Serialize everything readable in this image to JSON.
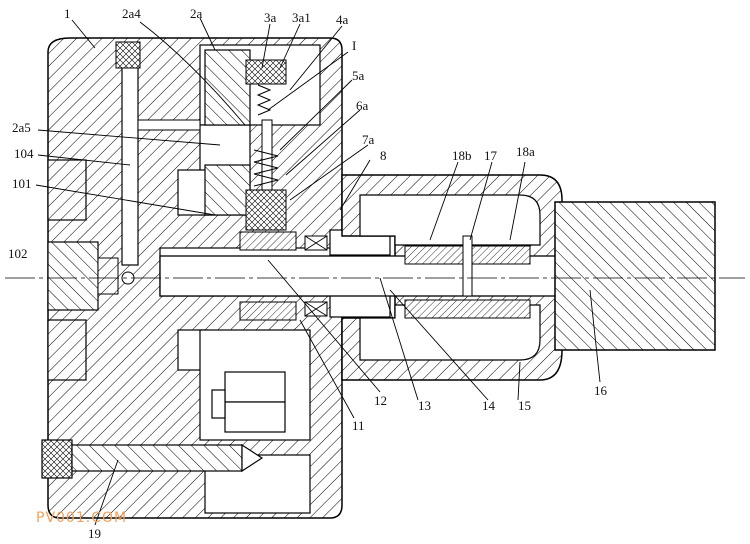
{
  "labels": {
    "l1": "1",
    "l2a4": "2a4",
    "l2a": "2a",
    "l3a": "3a",
    "l3a1": "3a1",
    "l4a": "4a",
    "lI": "I",
    "l5a": "5a",
    "l6a": "6a",
    "l7a": "7a",
    "l2a5": "2a5",
    "l104": "104",
    "l101": "101",
    "l102": "102",
    "l8": "8",
    "l18b": "18b",
    "l17": "17",
    "l18a": "18a",
    "l11": "11",
    "l12": "12",
    "l13": "13",
    "l14": "14",
    "l15": "15",
    "l16": "16",
    "l19": "19"
  },
  "watermark": "PV001.COM"
}
